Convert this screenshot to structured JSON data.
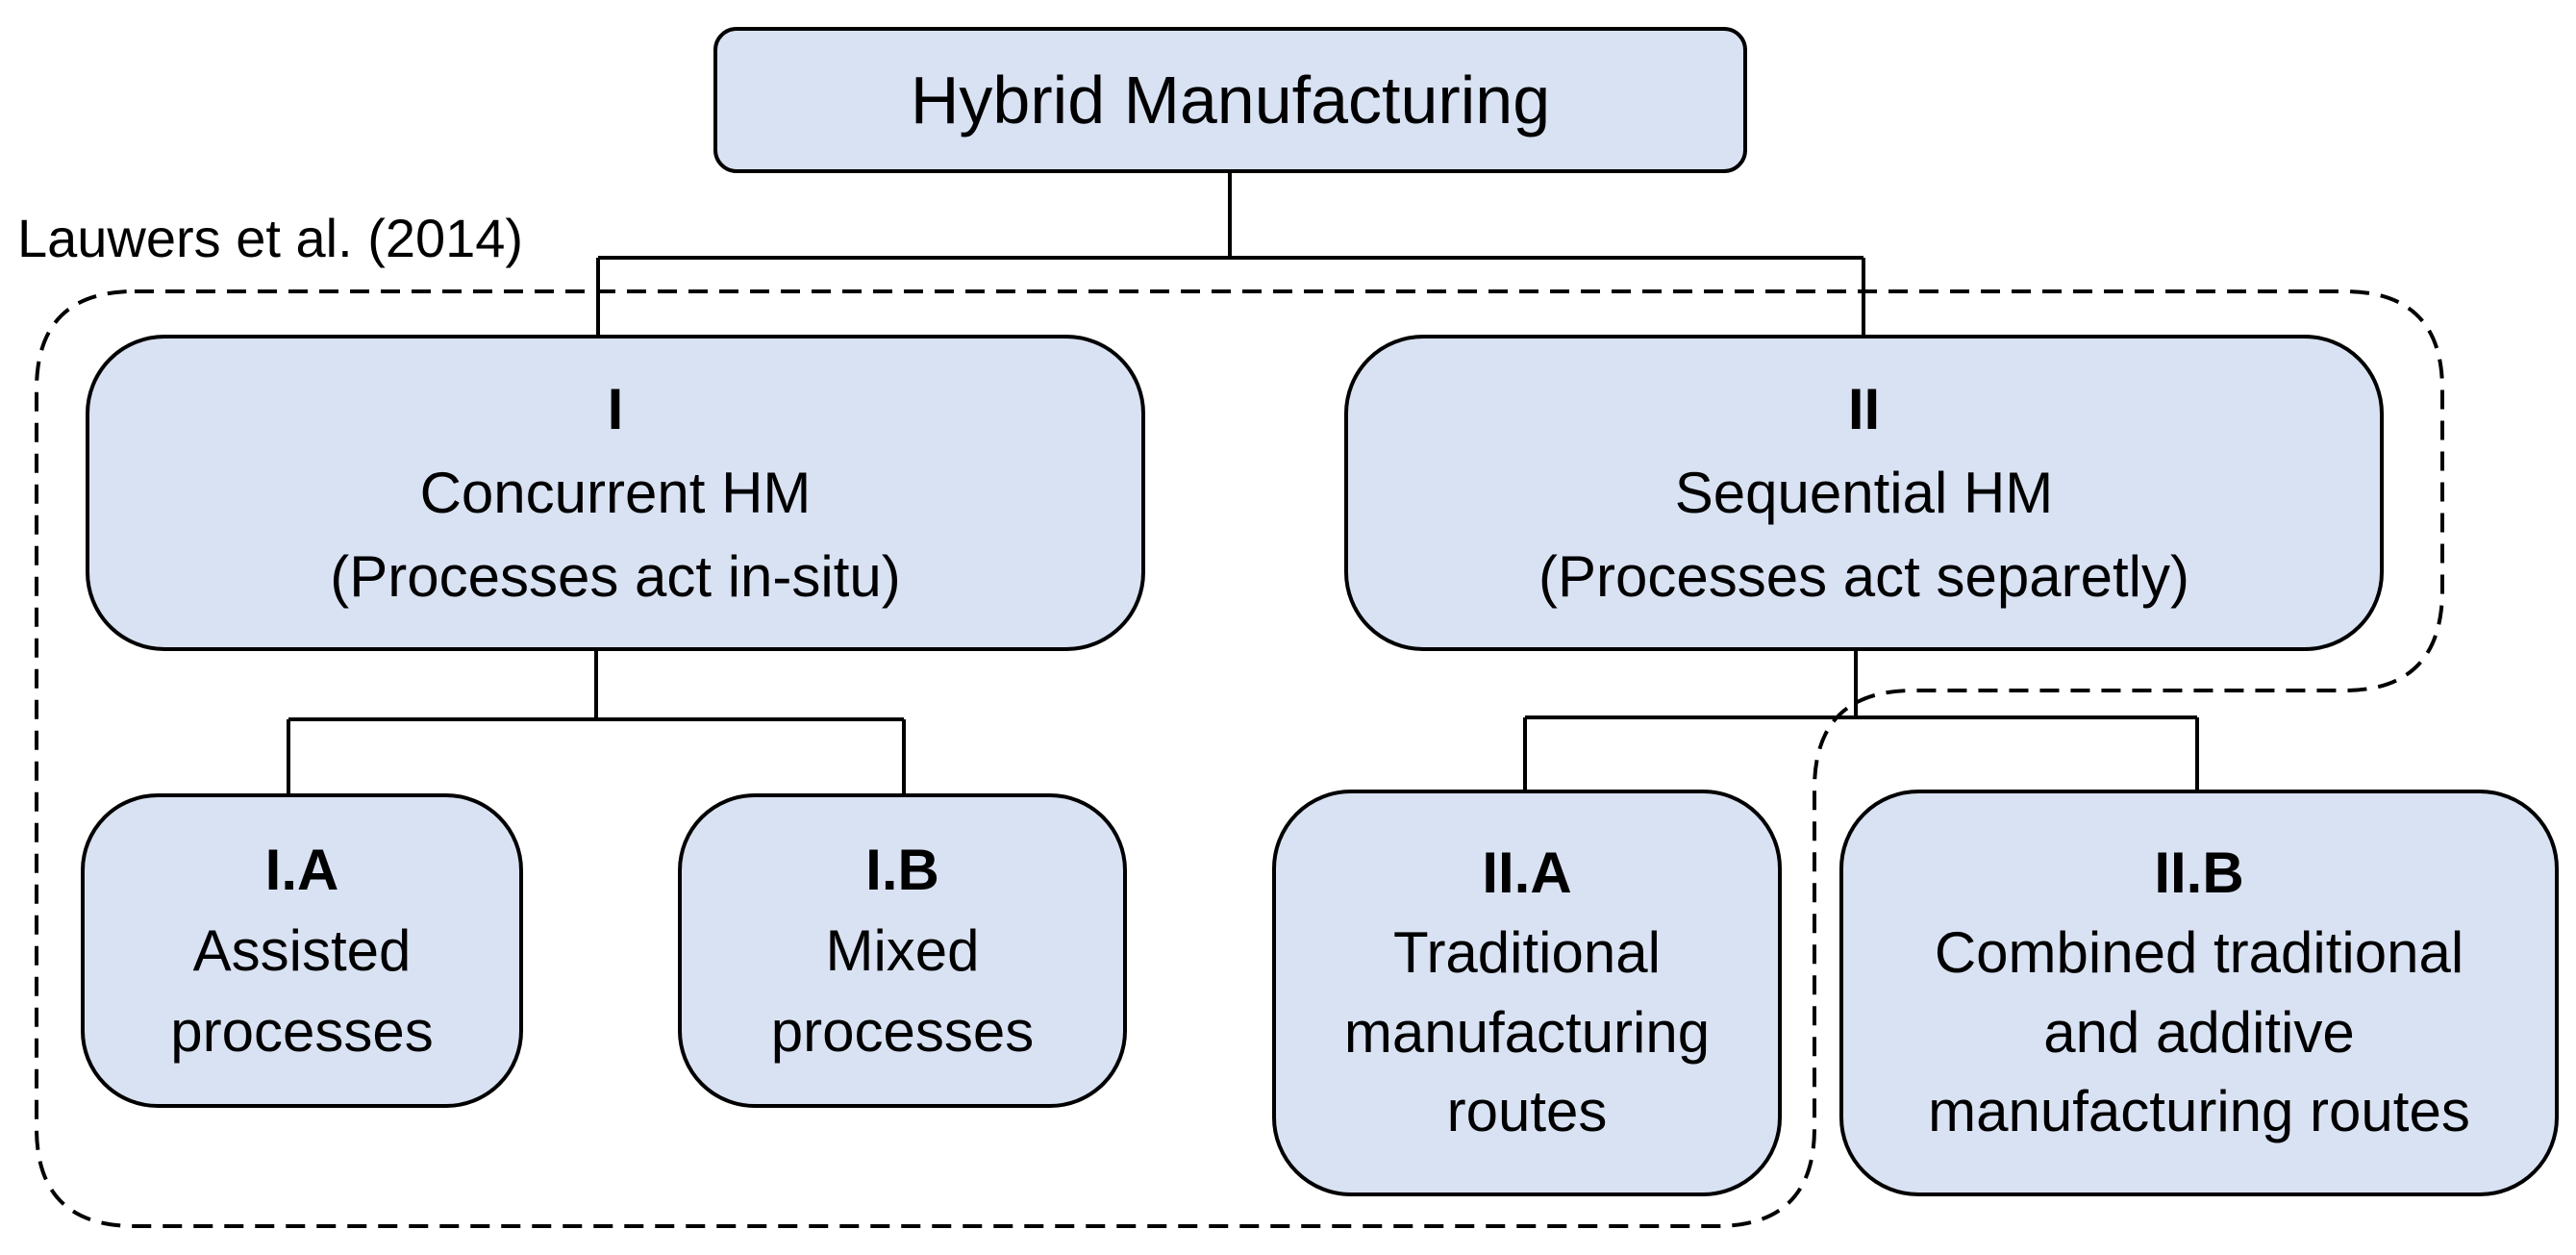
{
  "colors": {
    "node_fill": "#d9e2f3",
    "stroke": "#000000",
    "background": "#ffffff"
  },
  "annotation": "Lauwers et al. (2014)",
  "root": {
    "title": "Hybrid Manufacturing"
  },
  "categories": [
    {
      "code": "I",
      "name": "Concurrent HM",
      "description": "(Processes act in-situ)",
      "children": [
        {
          "code": "I.A",
          "line1": "Assisted",
          "line2": "processes"
        },
        {
          "code": "I.B",
          "line1": "Mixed",
          "line2": "processes"
        }
      ]
    },
    {
      "code": "II",
      "name": "Sequential HM",
      "description": "(Processes act separetly)",
      "children": [
        {
          "code": "II.A",
          "line1": "Traditional",
          "line2": "manufacturing",
          "line3": "routes"
        },
        {
          "code": "II.B",
          "line1": "Combined traditional",
          "line2": "and additive",
          "line3": "manufacturing routes"
        }
      ]
    }
  ]
}
